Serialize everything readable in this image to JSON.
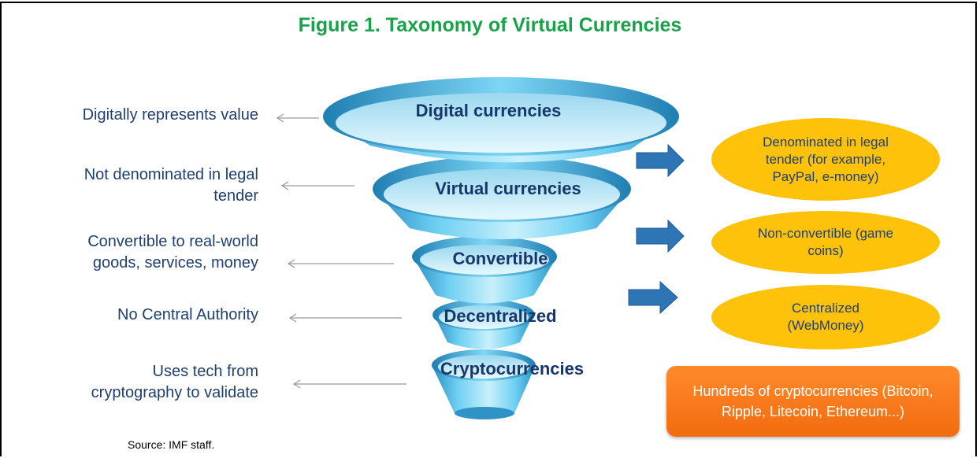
{
  "title": "Figure 1. Taxonomy of Virtual Currencies",
  "funnel_levels": [
    "Digital currencies",
    "Virtual currencies",
    "Convertible",
    "Decentralized",
    "Cryptocurrencies"
  ],
  "descriptions": [
    "Digitally represents value",
    "Not denominated in legal\ntender",
    "Convertible to real-world\ngoods, services, money",
    "No Central Authority",
    "Uses tech from\ncryptography to validate"
  ],
  "outcomes": [
    "Denominated in legal\ntender (for example,\nPayPal, e-money)",
    "Non-convertible (game\ncoins)",
    "Centralized\n(WebMoney)"
  ],
  "final_box": "Hundreds of cryptocurrencies (Bitcoin,\nRipple, Litecoin, Ethereum...)",
  "source": "Source: IMF staff.",
  "colors": {
    "title": "#1aa24a",
    "text": "#1f3f6e",
    "funnel": "#5cc4ec",
    "oval": "#ffc20a",
    "orange_box": "#f26b0f",
    "arrow": "#2e75b6"
  }
}
